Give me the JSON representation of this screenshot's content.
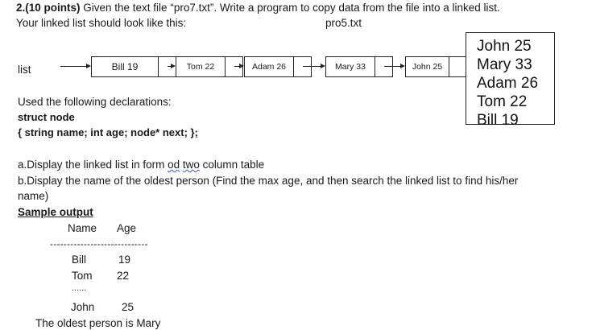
{
  "question": {
    "number_points": "2.(10 points)",
    "line1_rest": " Given the text file “pro7.txt”. Write a program to copy data from the file into a linked list.",
    "line2": "Your linked list should look like this:",
    "file_label": "pro5.txt"
  },
  "diagram": {
    "list_label": "list",
    "nodes": [
      "Bill 19",
      "Tom 22",
      "Adam 26",
      "Mary 33",
      "John 25"
    ]
  },
  "file_contents": [
    "John 25",
    "Mary 33",
    "Adam 26",
    "Tom 22",
    "Bill 19"
  ],
  "declarations": {
    "intro": "Used the following declarations:",
    "struct_line": "struct node",
    "body_line": "{  string  name;  int  age;   node*  next; };"
  },
  "tasks": {
    "a_pre": "a.Display the linked list in form ",
    "a_typo": "od",
    "a_mid": " ",
    "a_typo2": "two",
    "a_post": " column table",
    "b_line1": "b.Display the name of the oldest person (Find the max age, and then search the linked list to find his/her",
    "b_line2": "name)"
  },
  "sample_output": {
    "heading": "Sample output",
    "col_name": "Name",
    "col_age": "Age",
    "separator": "-----------------------------",
    "rows": [
      {
        "name": "Bill",
        "age": "19"
      },
      {
        "name": "Tom",
        "age": "22"
      }
    ],
    "ellipsis": "......",
    "last_row": {
      "name": "John",
      "age": "25"
    },
    "result": "The oldest person is Mary"
  }
}
